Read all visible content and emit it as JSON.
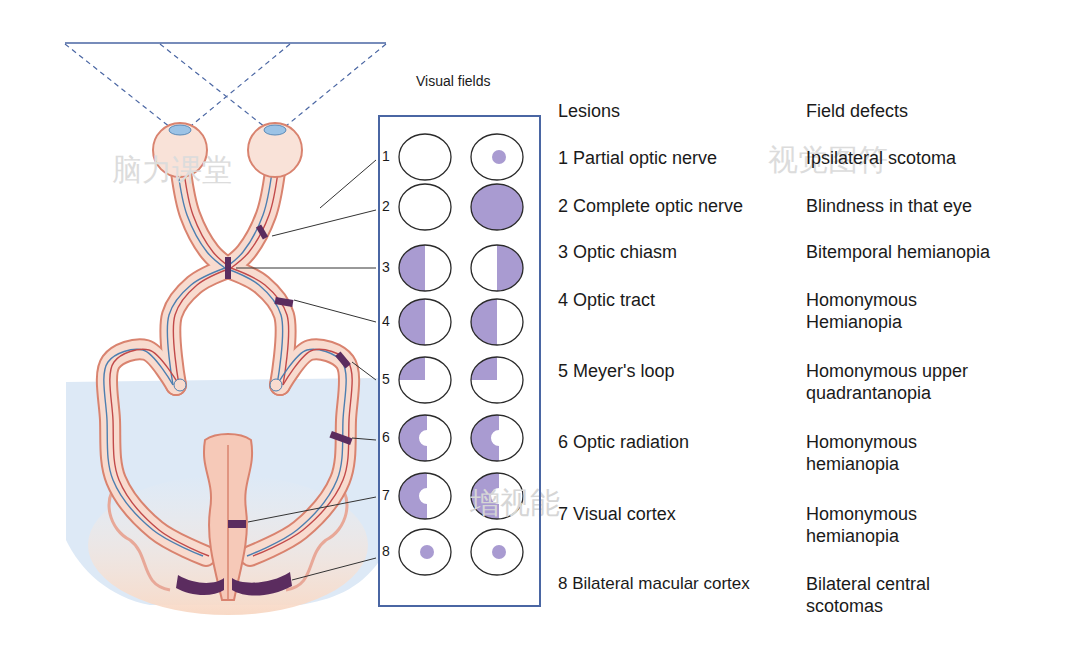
{
  "diagram": {
    "nodes": [
      {
        "text": [
          "Visual fields"
        ]
      }
    ],
    "labels": [
      "Lesions",
      "Field defects",
      "1 Partial optic nerve",
      "Ipsilateral scotoma",
      "2 Complete optic nerve",
      "Blindness in that eye",
      "3 Optic chiasm",
      "Bitemporal hemianopia",
      "4 Optic tract",
      "Homonymous Hemianopia",
      "5 Meyer's loop",
      "Homonymous upper quadrantanopia",
      "6 Optic radiation",
      "Homonymous hemianopia",
      "7 Visual cortex",
      "Homonymous hemianopia",
      "8 Bilateral macular cortex",
      "Bilateral central scotomas",
      "1",
      "2",
      "3",
      "4",
      "5",
      "6",
      "7",
      "8",
      "脑力课堂",
      "视觉图符",
      "增视能"
    ]
  }
}
